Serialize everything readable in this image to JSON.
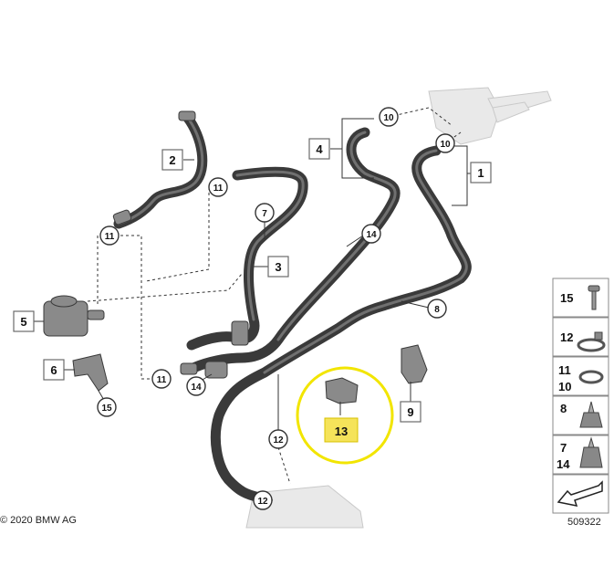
{
  "diagram": {
    "copyright": "© 2020 BMW AG",
    "image_number": "509322",
    "highlight_color": "#f5e35a",
    "highlight_ring_color": "#f2e500",
    "labels": {
      "p1": "1",
      "p2": "2",
      "p3": "3",
      "p4": "4",
      "p5": "5",
      "p6": "6",
      "p7": "7",
      "p8": "8",
      "p9": "9",
      "p13": "13",
      "p14": "14",
      "p10": "10",
      "p10b": "10",
      "p11a": "11",
      "p11b": "11",
      "p11c": "11",
      "p12a": "12",
      "p12b": "12",
      "p14b": "14",
      "p15": "15"
    },
    "legend": [
      {
        "top": "15",
        "bottom": "",
        "icon": "screw-icon"
      },
      {
        "top": "12",
        "bottom": "",
        "icon": "hose-clamp-icon"
      },
      {
        "top": "11",
        "bottom": "10",
        "icon": "spring-clamp-icon"
      },
      {
        "top": "8",
        "bottom": "",
        "icon": "clip-icon"
      },
      {
        "top": "7",
        "bottom": "14",
        "icon": "clip-holder-icon"
      },
      {
        "top": "",
        "bottom": "",
        "icon": "arrow-icon"
      }
    ]
  }
}
